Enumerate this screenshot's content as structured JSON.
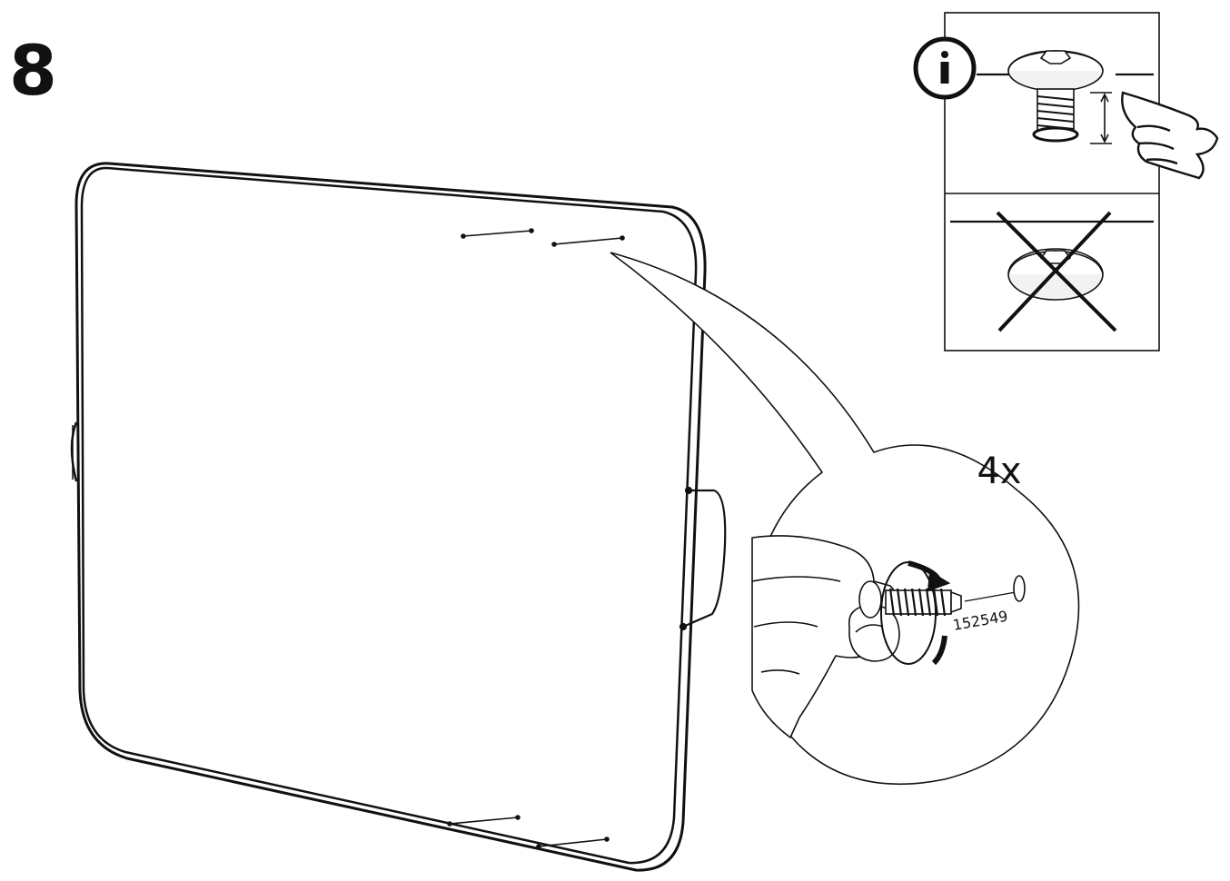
{
  "step": {
    "number": "8"
  },
  "callout": {
    "quantity": "4x",
    "part_number": "152549"
  },
  "info_panel": {
    "icon": "info-icon",
    "correct_icon": "screw-gap-icon",
    "wrong_icon": "crossed-out-screw-icon"
  },
  "colors": {
    "line": "#111111",
    "background": "#ffffff",
    "panel_fill": "#f2f2f2"
  }
}
